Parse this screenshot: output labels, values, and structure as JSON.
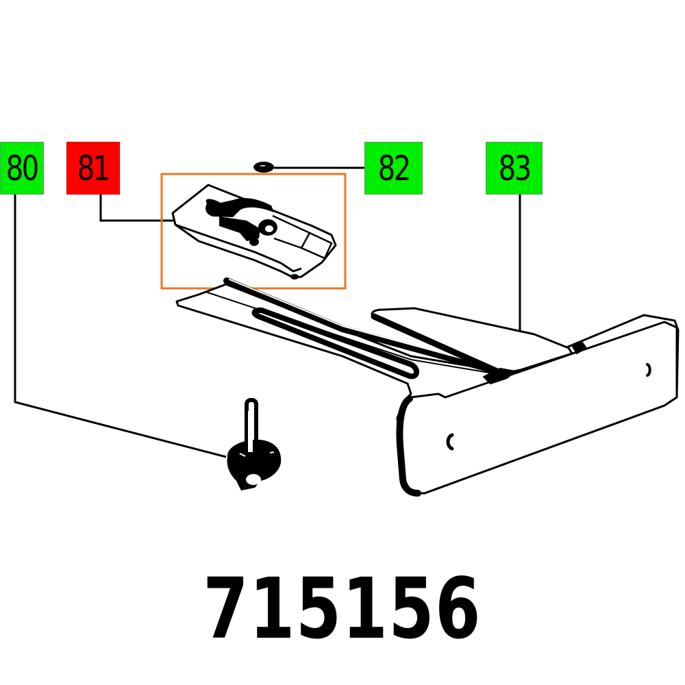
{
  "diagram": {
    "type": "exploded-parts-diagram",
    "part_number": "715156",
    "callouts": [
      {
        "id": "80",
        "label": "80",
        "status": "available",
        "color": "#00ee00",
        "points_to": "knob-screw"
      },
      {
        "id": "81",
        "label": "81",
        "status": "selected",
        "color": "#ff0000",
        "points_to": "slider-clamp"
      },
      {
        "id": "82",
        "label": "82",
        "status": "available",
        "color": "#00ee00",
        "points_to": "washer"
      },
      {
        "id": "83",
        "label": "83",
        "status": "available",
        "color": "#00ee00",
        "points_to": "parallel-guide"
      }
    ],
    "highlight_box_color": "#e87722",
    "line_color": "#000000"
  }
}
